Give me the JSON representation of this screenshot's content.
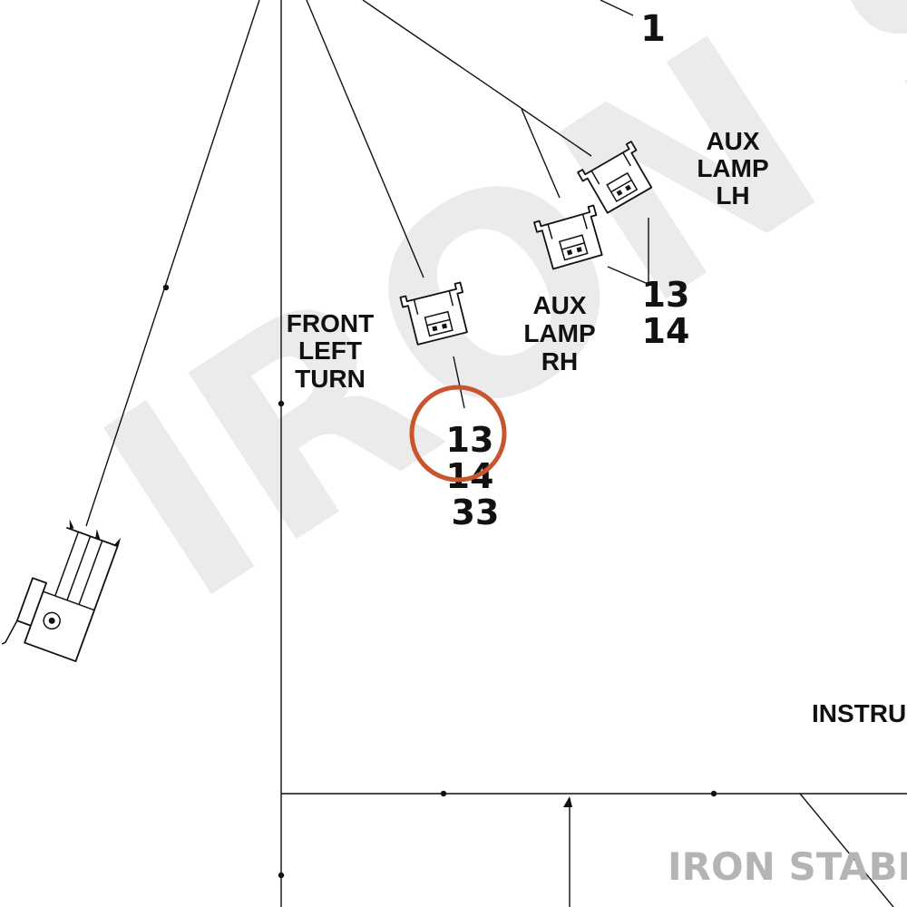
{
  "watermark": {
    "text": "IRON STABLE",
    "corner_text": "IRON STABLE",
    "color": "#ebebeb",
    "corner_color": "#b4b4b4"
  },
  "labels": {
    "top_ref": "1",
    "aux_lamp_lh": [
      "AUX",
      "LAMP",
      "LH"
    ],
    "aux_lamp_rh": [
      "AUX",
      "LAMP",
      "RH"
    ],
    "front_left_turn": [
      "FRONT",
      "LEFT",
      "TURN"
    ],
    "instrument": "INSTRUM"
  },
  "refs": {
    "aux_lh": [
      "13",
      "14"
    ],
    "front_left": [
      "13",
      "14",
      "33"
    ]
  },
  "highlight": {
    "color": "#c8552e",
    "target": "13"
  }
}
